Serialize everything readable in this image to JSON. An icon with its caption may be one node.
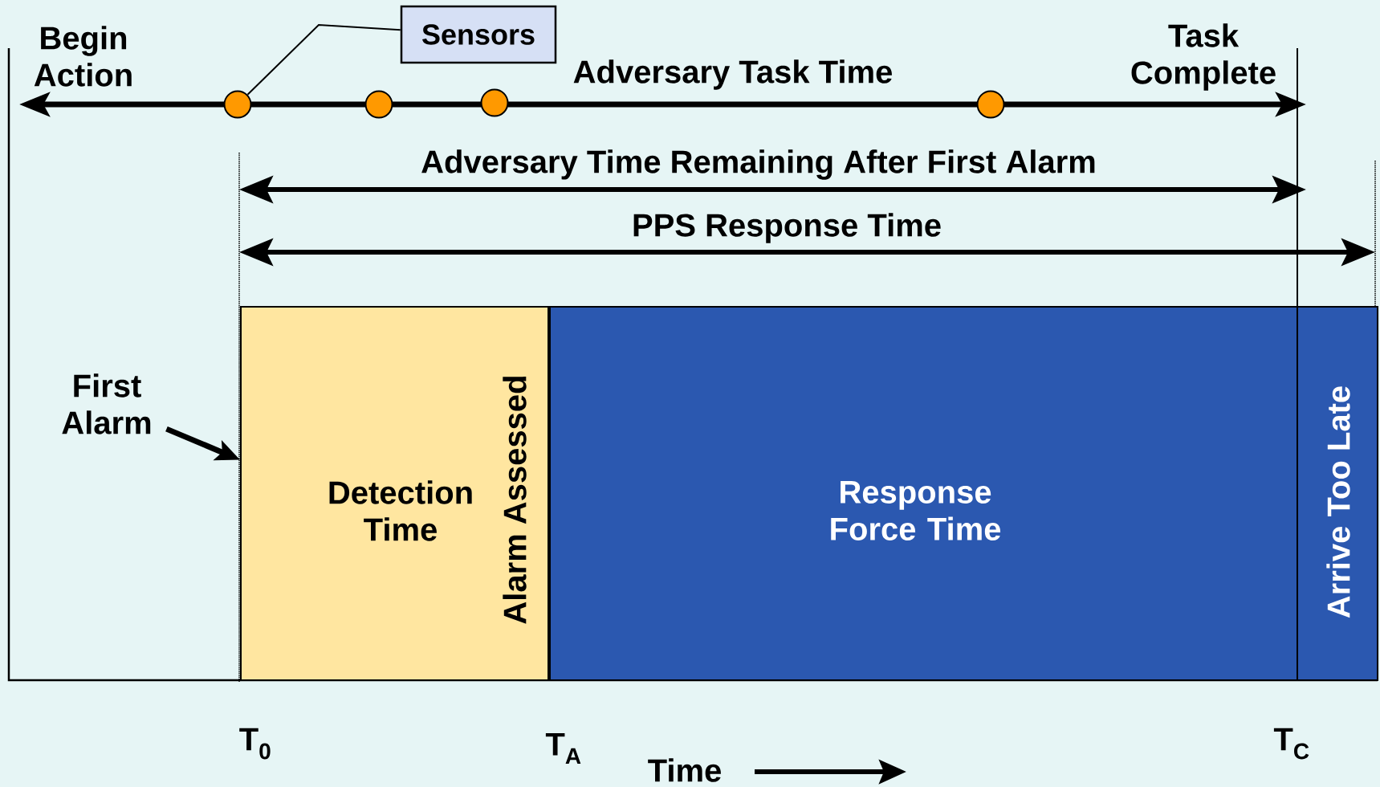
{
  "diagram": {
    "nodes": [
      {
        "text": [
          "Sensors"
        ]
      },
      {
        "text": [],
        "shape": "circle"
      },
      {
        "text": [],
        "shape": "circle"
      },
      {
        "text": [],
        "shape": "circle"
      },
      {
        "text": [],
        "shape": "circle"
      },
      {
        "text": [
          "First Alarm"
        ]
      },
      {
        "text": [
          "Detection Time",
          "Alarm Assessed"
        ]
      },
      {
        "text": [
          "Response Force Time"
        ]
      },
      {
        "text": [
          "Arrive Too Late"
        ]
      }
    ],
    "edges": [
      {
        "from": 0,
        "to": 1,
        "arrow": "none"
      },
      {
        "from": 5,
        "to": 6,
        "arrow": "to",
        "style": "thick"
      }
    ],
    "labels": [
      "Begin Action",
      "Adversary Task Time",
      "Task Complete",
      "Adversary Time Remaining After First Alarm",
      "PPS Response Time",
      "T$_{0}$",
      "T$_{A}$",
      "Time",
      "T$_{C}$"
    ]
  }
}
